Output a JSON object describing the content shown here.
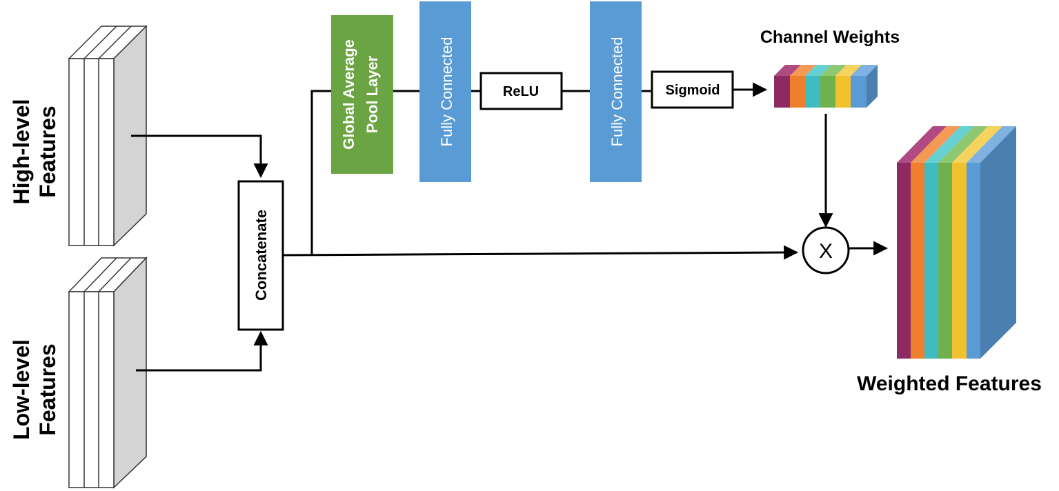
{
  "labels": {
    "high_level": [
      "High-level",
      "Features"
    ],
    "low_level": [
      "Low-level",
      "Features"
    ],
    "concatenate": "Concatenate",
    "gap": [
      "Global Average",
      "Pool Layer"
    ],
    "fc1": "Fully Connected",
    "relu": "ReLU",
    "fc2": "Fully Connected",
    "sigmoid": "Sigmoid",
    "channel_weights": "Channel Weights",
    "multiply": "X",
    "weighted_features": "Weighted Features"
  },
  "colors": {
    "gap_block": "#6aa443",
    "fc_block": "#5b9bd5",
    "line": "#000000",
    "feature_face": "#ffffff",
    "feature_side": "#d4d4d4",
    "channel_stripes": [
      "#8e2a62",
      "#ef7f2d",
      "#3fbcc0",
      "#6fb14e",
      "#f2c22e",
      "#5b9bd5"
    ]
  }
}
